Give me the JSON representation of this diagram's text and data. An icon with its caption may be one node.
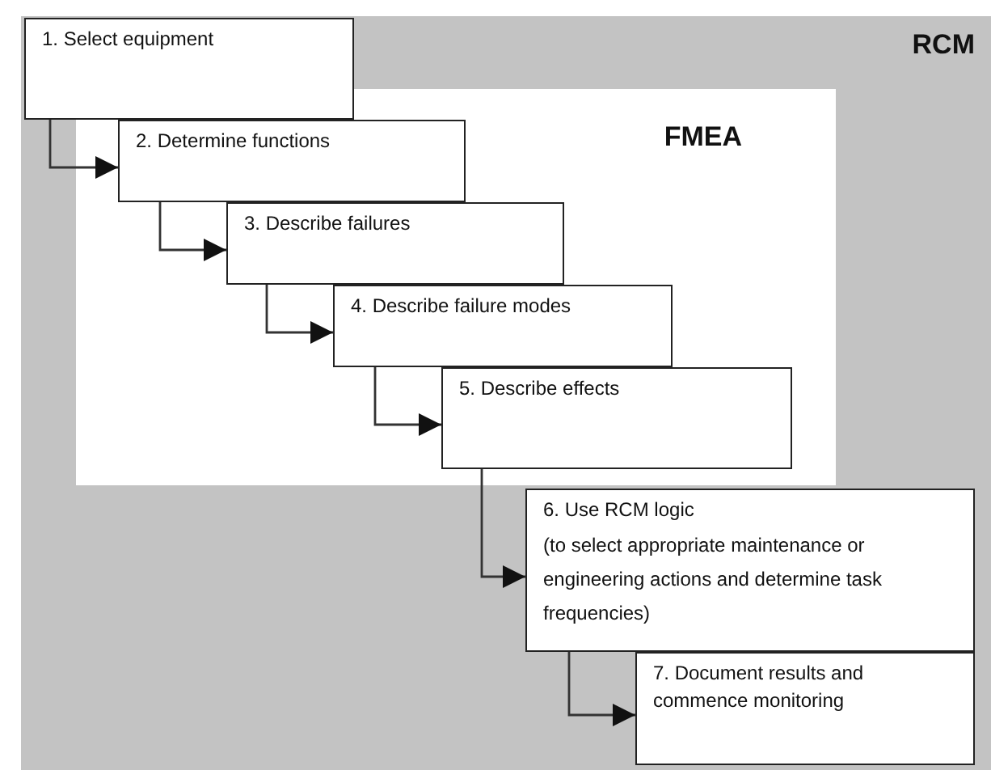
{
  "diagram": {
    "nodes": [
      {
        "text": [
          "RCM"
        ]
      },
      {
        "text": [
          "FMEA"
        ],
        "in": 0
      },
      {
        "text": [
          "1. Select equipment"
        ],
        "in": 0
      },
      {
        "text": [
          "2. Determine functions"
        ],
        "in": 1
      },
      {
        "text": [
          "3. Describe failures"
        ],
        "in": 1
      },
      {
        "text": [
          "4. Describe failure modes"
        ],
        "in": 1
      },
      {
        "text": [
          "5. Describe effects"
        ],
        "in": 1
      },
      {
        "text": [
          "6. Use RCM logic",
          "(to select appropriate maintenance or engineering actions and determine task frequencies)"
        ],
        "in": 0
      },
      {
        "text": [
          "7. Document results and commence monitoring"
        ],
        "in": 0
      }
    ],
    "edges": [
      {
        "from": 2,
        "to": 3,
        "arrow": "to"
      },
      {
        "from": 3,
        "to": 4,
        "arrow": "to"
      },
      {
        "from": 4,
        "to": 5,
        "arrow": "to"
      },
      {
        "from": 5,
        "to": 6,
        "arrow": "to"
      },
      {
        "from": 6,
        "to": 7,
        "arrow": "to"
      },
      {
        "from": 7,
        "to": 8,
        "arrow": "to"
      }
    ]
  }
}
